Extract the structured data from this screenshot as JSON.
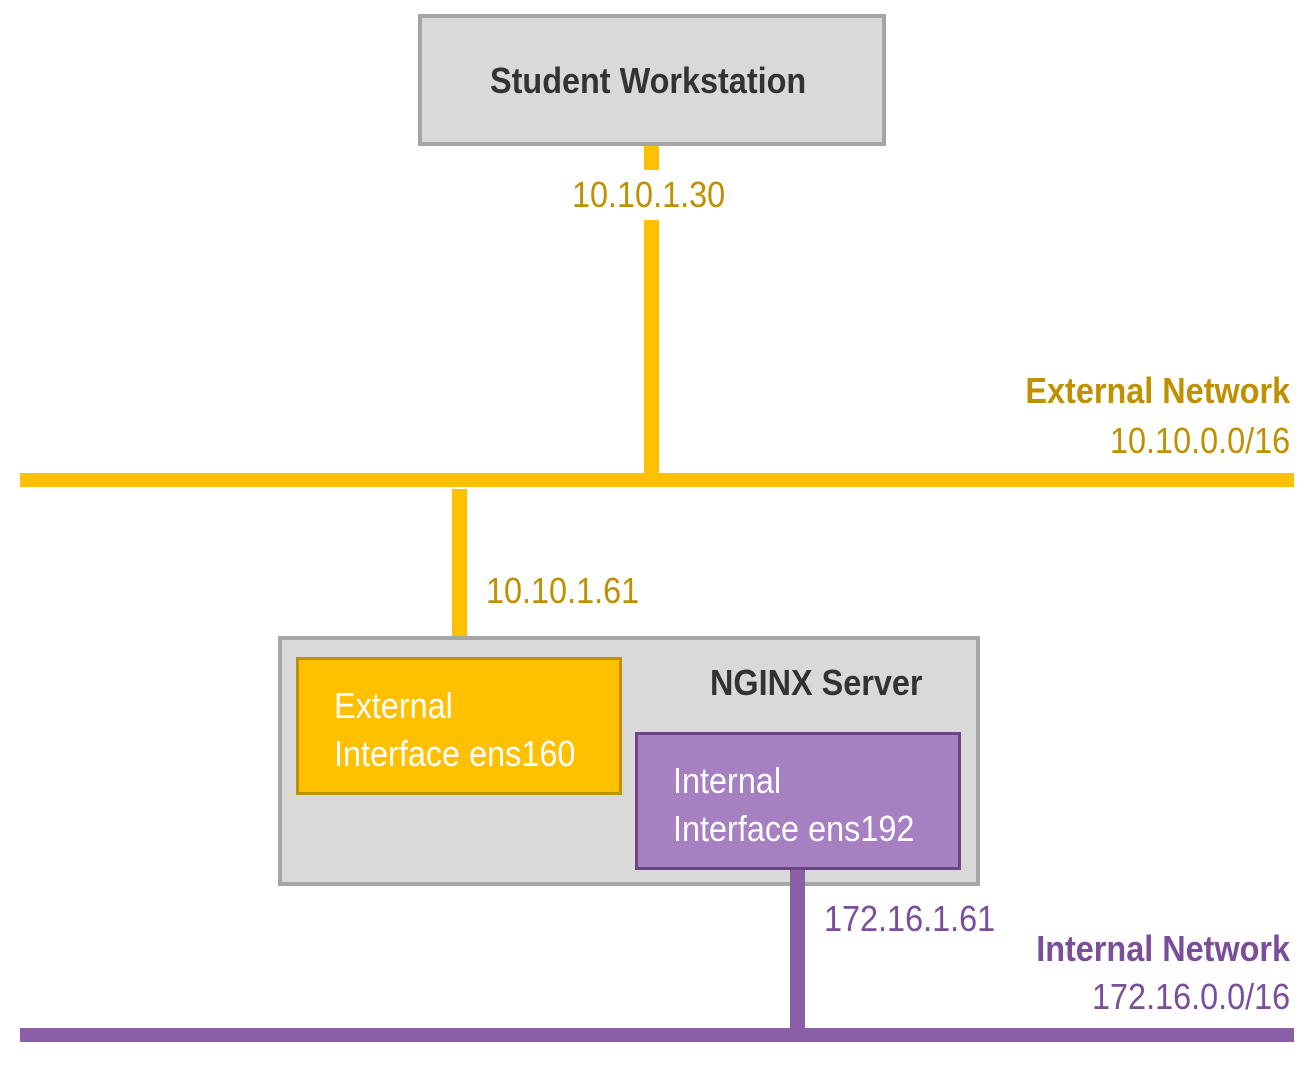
{
  "workstation": {
    "label": "Student Workstation",
    "ip": "10.10.1.30"
  },
  "external_network": {
    "name": "External Network",
    "cidr": "10.10.0.0/16",
    "color": "#ffc000",
    "text_color": "#bf9000"
  },
  "internal_network": {
    "name": "Internal Network",
    "cidr": "172.16.0.0/16",
    "color": "#8a5fa8",
    "text_color": "#7a4e9a"
  },
  "server": {
    "label": "NGINX Server",
    "external_interface": {
      "line1": "External",
      "line2": "Interface ens160",
      "ip": "10.10.1.61"
    },
    "internal_interface": {
      "line1": "Internal",
      "line2": "Interface ens192",
      "ip": "172.16.1.61"
    }
  }
}
